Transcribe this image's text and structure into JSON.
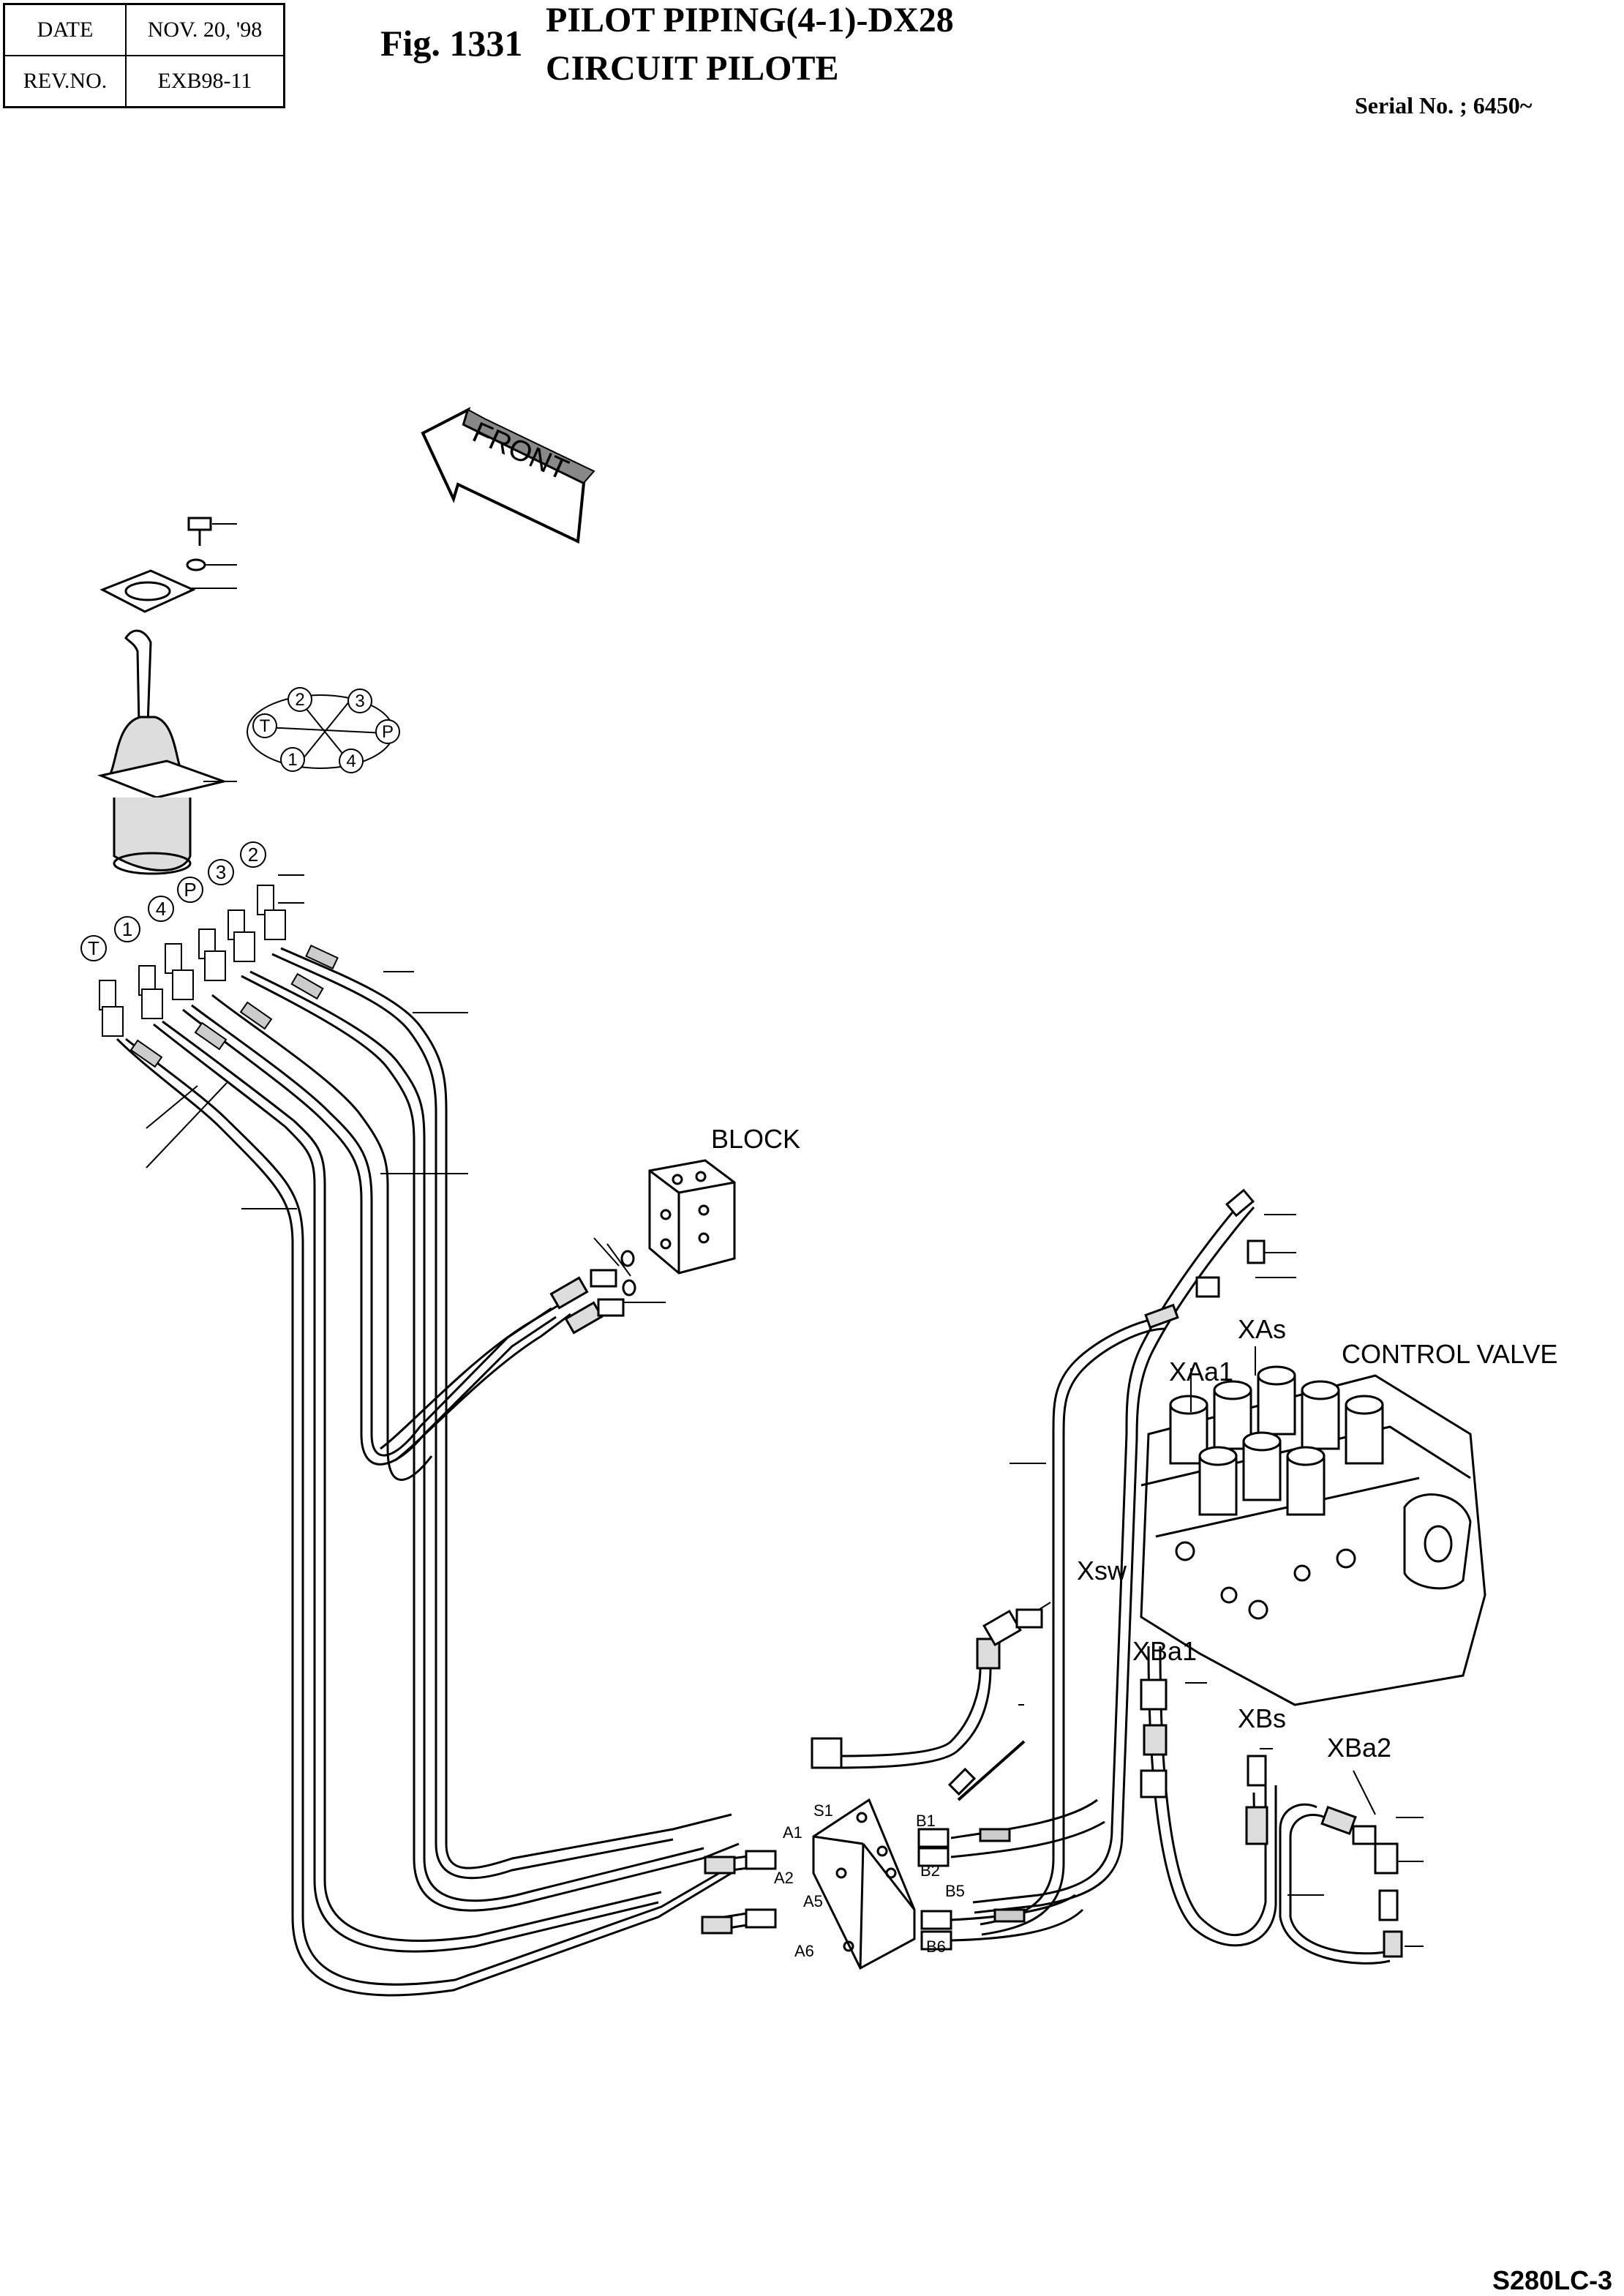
{
  "header": {
    "date_label": "DATE",
    "date_value": "NOV.  20, '98",
    "rev_label": "REV.NO.",
    "rev_value": "EXB98-11",
    "fig": "Fig. 1331",
    "title_line1": "PILOT PIPING(4-1)-DX28",
    "title_line2": "CIRCUIT PILOTE",
    "serial": "Serial No. ; 6450~"
  },
  "labels": {
    "front": "FRONT",
    "block": "BLOCK",
    "control_valve": "CONTROL VALVE",
    "xas": "XAs",
    "xaa1": "XAa1",
    "xsw": "Xsw",
    "xba1": "XBa1",
    "xbs": "XBs",
    "xba2": "XBa2"
  },
  "port_map": {
    "p2": "2",
    "p3": "3",
    "pT": "T",
    "pP": "P",
    "p1": "1",
    "p4": "4"
  },
  "port_row": {
    "T": "T",
    "1": "1",
    "4": "4",
    "P": "P",
    "3": "3",
    "2": "2"
  },
  "manifold_ports": {
    "s1": "S1",
    "a1": "A1",
    "a2": "A2",
    "b1": "B1",
    "b2": "B2",
    "a5": "A5",
    "a6": "A6",
    "b5": "B5",
    "b6": "B6"
  },
  "footer": {
    "model": "S280LC-3"
  }
}
